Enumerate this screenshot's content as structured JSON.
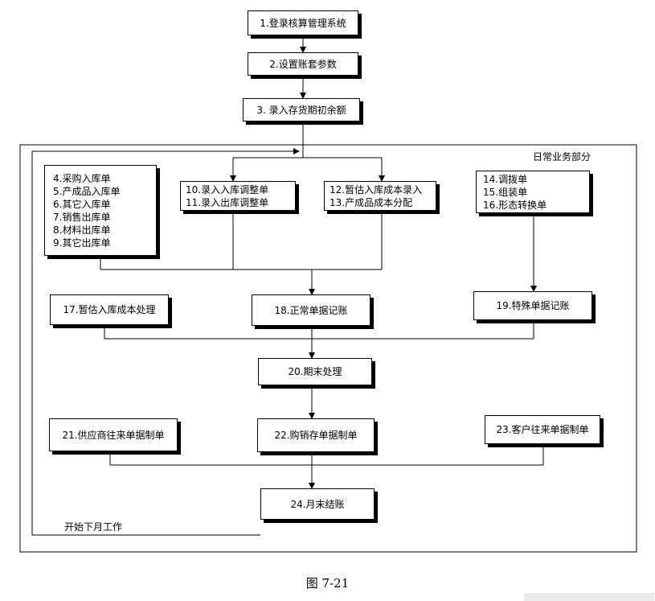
{
  "steps": {
    "s1": "1.登录核算管理系统",
    "s2": "2.设置账套参数",
    "s3": "3. 录入存货期初余额",
    "g4": [
      "4.采购入库单",
      "5.产成品入库单",
      "6.其它入库单",
      "7.销售出库单",
      "8.材料出库单",
      "9.其它出库单"
    ],
    "g10": [
      "10.录入入库调整单",
      "11.录入出库调整单"
    ],
    "g12": [
      "12.暂估入库成本录入",
      "13.产成品成本分配"
    ],
    "g14": [
      "14.调拨单",
      "15.组装单",
      "16.形态转换单"
    ],
    "s17": "17.暂估入库成本处理",
    "s18": "18.正常单据记账",
    "s19": "19.特殊单据记账",
    "s20": "20.期末处理",
    "s21": "21.供应商往来单据制单",
    "s22": "22.购销存单据制单",
    "s23": "23.客户往来单据制单",
    "s24": "24.月末结账"
  },
  "labels": {
    "daily": "日常业务部分",
    "next_month": "开始下月工作"
  },
  "caption": "图 7-21"
}
